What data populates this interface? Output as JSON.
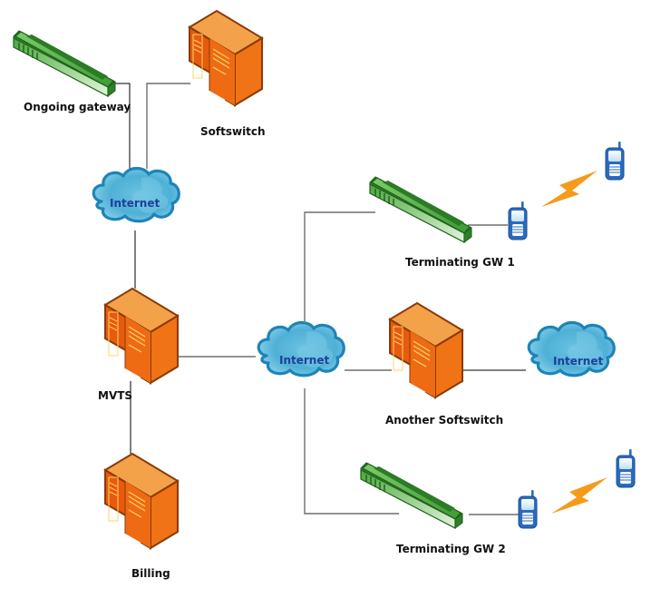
{
  "diagram": {
    "title": "",
    "colors": {
      "server": "#ee6b13",
      "server_top": "#f4a24a",
      "gateway": "#3e9a35",
      "cloud": "#56b6d8",
      "cloud_text": "#1f3f9a",
      "phone": "#2a6bc0",
      "lightning": "#f59b1a"
    },
    "nodes": {
      "ongoing_gateway": {
        "label": "Ongoing gateway",
        "icon": "gateway-icon"
      },
      "softswitch": {
        "label": "Softswitch",
        "icon": "server-icon"
      },
      "internet_top": {
        "label": "Internet",
        "icon": "cloud-icon"
      },
      "mvts": {
        "label": "MVTS",
        "icon": "server-icon"
      },
      "billing": {
        "label": "Billing",
        "icon": "server-icon"
      },
      "internet_center": {
        "label": "Internet",
        "icon": "cloud-icon"
      },
      "terminating_gw1": {
        "label": "Terminating GW 1",
        "icon": "gateway-icon"
      },
      "another_softswitch": {
        "label": "Another Softswitch",
        "icon": "server-icon"
      },
      "internet_right": {
        "label": "Internet",
        "icon": "cloud-icon"
      },
      "terminating_gw2": {
        "label": "Terminating GW 2",
        "icon": "gateway-icon"
      },
      "phone_gw1_near": {
        "label": "",
        "icon": "mobile-phone-icon"
      },
      "phone_gw1_far": {
        "label": "",
        "icon": "mobile-phone-icon"
      },
      "phone_gw2_near": {
        "label": "",
        "icon": "mobile-phone-icon"
      },
      "phone_gw2_far": {
        "label": "",
        "icon": "mobile-phone-icon"
      }
    },
    "links": [
      [
        "ongoing_gateway",
        "internet_top"
      ],
      [
        "softswitch",
        "internet_top"
      ],
      [
        "internet_top",
        "mvts"
      ],
      [
        "mvts",
        "billing"
      ],
      [
        "mvts",
        "internet_center"
      ],
      [
        "internet_center",
        "terminating_gw1"
      ],
      [
        "internet_center",
        "another_softswitch"
      ],
      [
        "another_softswitch",
        "internet_right"
      ],
      [
        "internet_center",
        "terminating_gw2"
      ],
      [
        "terminating_gw1",
        "phone_gw1_near"
      ],
      [
        "terminating_gw2",
        "phone_gw2_near"
      ]
    ],
    "wireless_links": [
      [
        "phone_gw1_near",
        "phone_gw1_far"
      ],
      [
        "phone_gw2_near",
        "phone_gw2_far"
      ]
    ]
  }
}
